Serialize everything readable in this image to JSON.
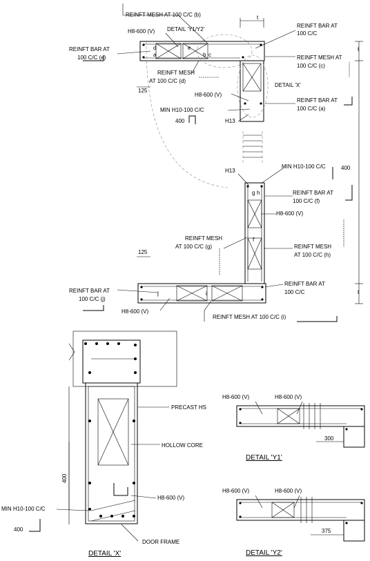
{
  "labels": {
    "mesh_b": "REINFT MESH AT 100 C/C (b)",
    "detail_y1y2": "DETAIL 'Y1/Y2'",
    "t_top": "t",
    "h8_1": "H8-600 (V)",
    "bar_e_1": "REINFT BAR AT",
    "bar_e_2": "100 C/C (e)",
    "bar_c_1": "REINFT BAR AT",
    "bar_c_2": "100 C/C",
    "mesh_c_1": "REINFT MESH AT",
    "mesh_c_2": "100 C/C (c)",
    "mesh_d_1": "REINFT MESH",
    "mesh_d_2": "AT 100 C/C (d)",
    "detail_x_ref": "DETAIL 'X'",
    "dim_125_top": "125",
    "h8_2": "H8-600 (V)",
    "bar_a_1": "REINFT BAR AT",
    "bar_a_2": "100 C/C (a)",
    "min_h10_1": "MIN H10-100 C/C",
    "dim_400_1": "400",
    "h13_1": "H13",
    "h13_2": "H13",
    "min_h10_2": "MIN H10-100 C/C",
    "dim_400_2": "400",
    "bar_f_1": "REINFT BAR AT",
    "bar_f_2": "100 C/C (f)",
    "h8_3": "H8-600 (V)",
    "mesh_g_1": "REINFT MESH",
    "mesh_g_2": "AT 100 C/C (g)",
    "mesh_h_1": "REINFT MESH",
    "mesh_h_2": "AT 100 C/C (h)",
    "dim_125_bot": "125",
    "bar_j_1": "REINFT BAR AT",
    "bar_j_2": "100 C/C (j)",
    "bar_bot_1": "REINFT BAR AT",
    "bar_bot_2": "100 C/C",
    "h8_4": "H8-600 (V)",
    "mesh_i": "REINFT MESH AT 100 C/C (i)",
    "t_right_top": "t",
    "t_right_bot": "t",
    "precast": "PRECAST HS",
    "hollow": "HOLLOW CORE",
    "dim_400_x": "400",
    "h8_x": "H8-600 (V)",
    "min_h10_x": "MIN H10-100 C/C",
    "dim_400_x2": "400",
    "door_frame": "DOOR FRAME",
    "detail_x": "DETAIL 'X'",
    "y1_h8_a": "H8-600 (V)",
    "y1_h8_b": "H8-600 (V)",
    "y1_dim": "300",
    "detail_y1": "DETAIL 'Y1'",
    "y2_h8_a": "H8-600 (V)",
    "y2_h8_b": "H8-600 (V)",
    "y2_dim": "375",
    "detail_y2": "DETAIL 'Y2'"
  },
  "letters": {
    "a": "a",
    "b": "b",
    "c": "c",
    "d": "d",
    "e": "e",
    "f": "f",
    "g": "g",
    "h": "h",
    "i": "i",
    "j": "j"
  }
}
